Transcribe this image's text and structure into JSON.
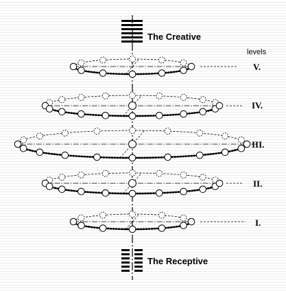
{
  "top_trigram": {
    "name": "The Creative",
    "icon": "creative-hexagram-icon"
  },
  "bottom_trigram": {
    "name": "The Receptive",
    "icon": "receptive-hexagram-icon"
  },
  "levels_header": "levels",
  "levels": [
    {
      "id": "V",
      "label": "V."
    },
    {
      "id": "IV",
      "label": "IV."
    },
    {
      "id": "III",
      "label": "III."
    },
    {
      "id": "II",
      "label": "II."
    },
    {
      "id": "I",
      "label": "I."
    }
  ],
  "colors": {
    "ink": "#000000",
    "background": "#ffffff",
    "grid_line": "#ececec"
  }
}
